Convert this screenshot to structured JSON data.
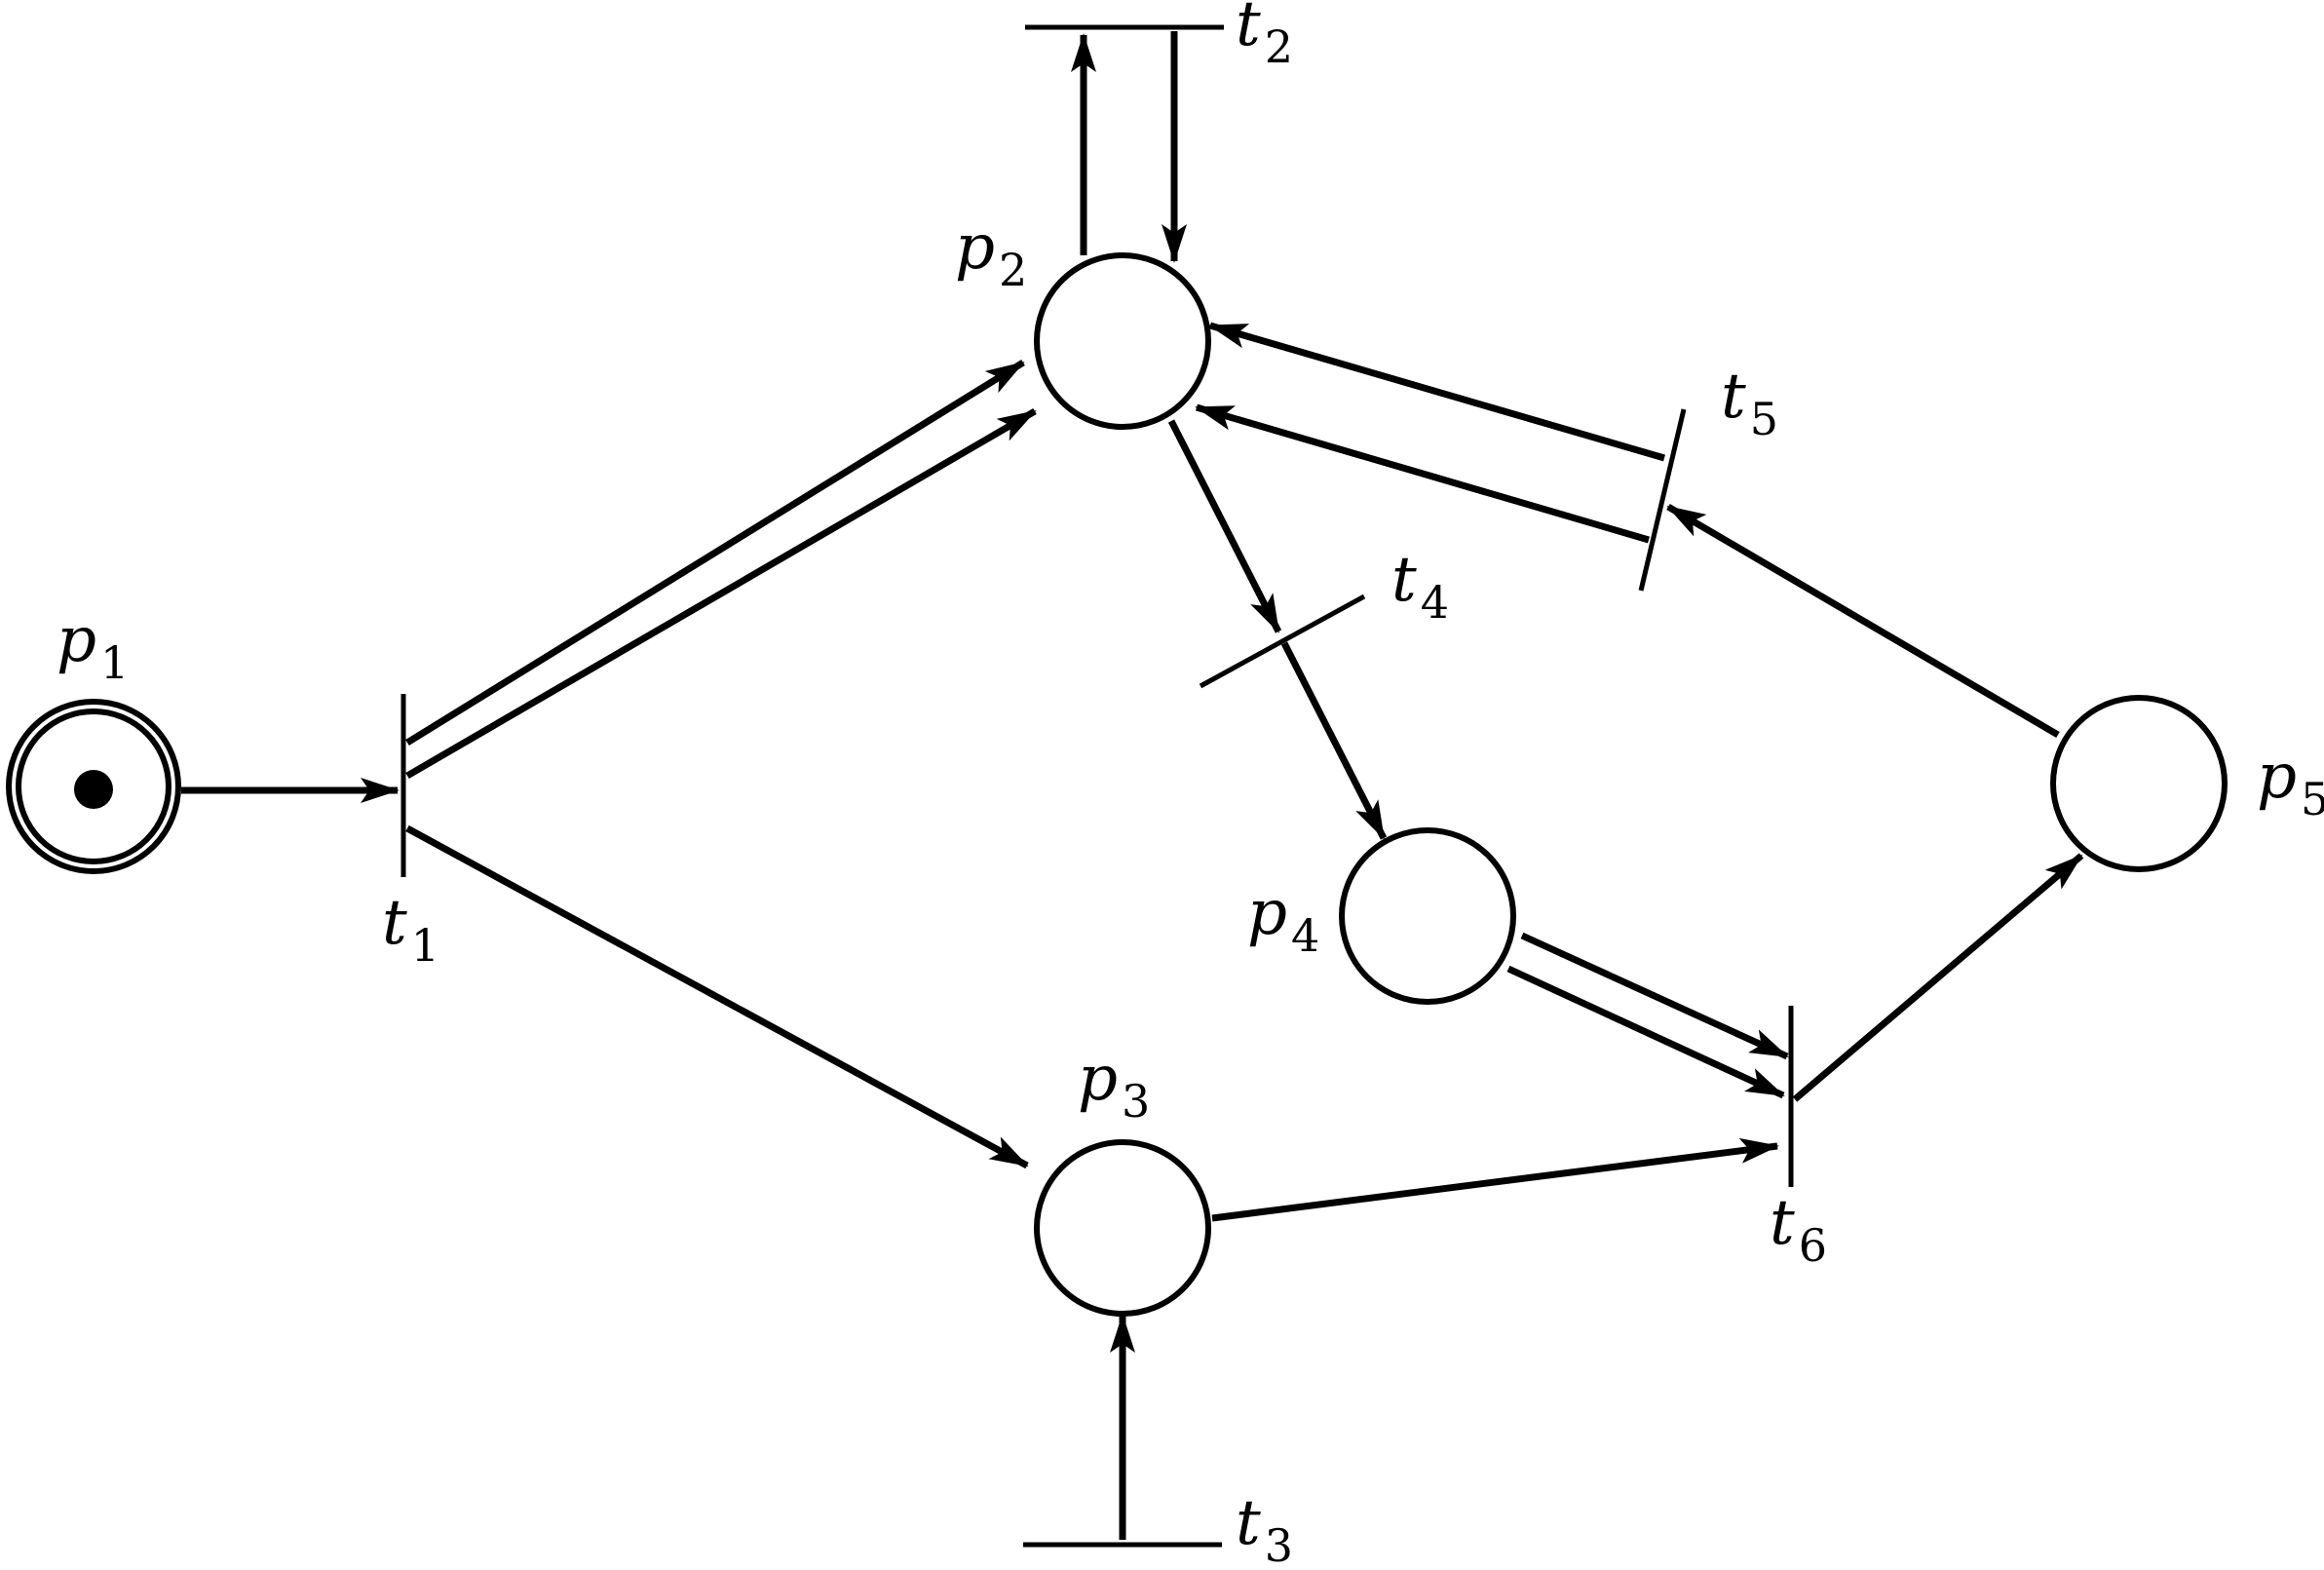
{
  "places": [
    {
      "id": "p1",
      "letter": "p",
      "sub": "1",
      "tokens": 1
    },
    {
      "id": "p2",
      "letter": "p",
      "sub": "2",
      "tokens": 0
    },
    {
      "id": "p3",
      "letter": "p",
      "sub": "3",
      "tokens": 0
    },
    {
      "id": "p4",
      "letter": "p",
      "sub": "4",
      "tokens": 0
    },
    {
      "id": "p5",
      "letter": "p",
      "sub": "5",
      "tokens": 0
    }
  ],
  "transitions": [
    {
      "id": "t1",
      "letter": "t",
      "sub": "1"
    },
    {
      "id": "t2",
      "letter": "t",
      "sub": "2"
    },
    {
      "id": "t3",
      "letter": "t",
      "sub": "3"
    },
    {
      "id": "t4",
      "letter": "t",
      "sub": "4"
    },
    {
      "id": "t5",
      "letter": "t",
      "sub": "5"
    },
    {
      "id": "t6",
      "letter": "t",
      "sub": "6"
    }
  ],
  "arcs": [
    {
      "from": "p1",
      "to": "t1",
      "multiplicity": 1
    },
    {
      "from": "t1",
      "to": "p2",
      "multiplicity": 2
    },
    {
      "from": "t1",
      "to": "p3",
      "multiplicity": 1
    },
    {
      "from": "p2",
      "to": "t2",
      "multiplicity": 1
    },
    {
      "from": "t2",
      "to": "p2",
      "multiplicity": 1
    },
    {
      "from": "t3",
      "to": "p3",
      "multiplicity": 1
    },
    {
      "from": "p2",
      "to": "t4",
      "multiplicity": 1
    },
    {
      "from": "t4",
      "to": "p4",
      "multiplicity": 1
    },
    {
      "from": "t5",
      "to": "p2",
      "multiplicity": 2
    },
    {
      "from": "p5",
      "to": "t5",
      "multiplicity": 1
    },
    {
      "from": "p4",
      "to": "t6",
      "multiplicity": 2
    },
    {
      "from": "p3",
      "to": "t6",
      "multiplicity": 1
    },
    {
      "from": "t6",
      "to": "p5",
      "multiplicity": 1
    }
  ]
}
